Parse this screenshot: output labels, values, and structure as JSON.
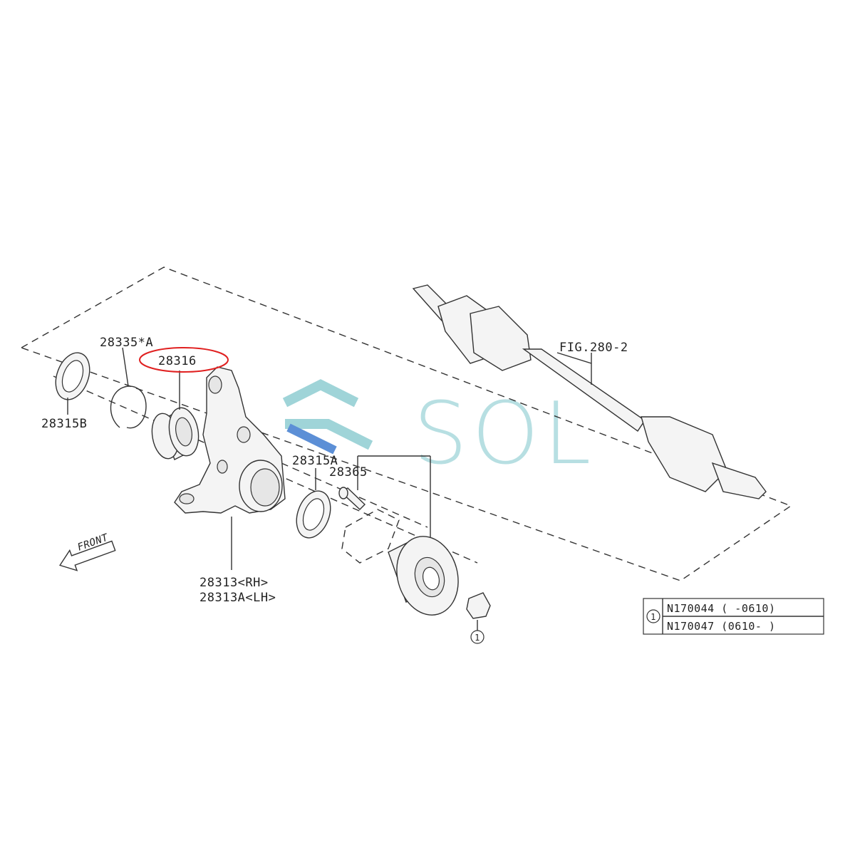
{
  "diagram": {
    "labels": {
      "p28335a": "28335*A",
      "p28316": "28316",
      "p28315b": "28315B",
      "p28315a": "28315A",
      "p28365": "28365",
      "p28313rh": "28313<RH>",
      "p28313alh": "28313A<LH>",
      "fig": "FIG.280-2",
      "front": "FRONT",
      "callout": "1"
    },
    "table": {
      "key": "1",
      "rows": [
        "N170044 (    -0610)",
        "N170047 (0610-    )"
      ]
    },
    "watermark": "SOL",
    "highlight_color": "#e02020"
  }
}
